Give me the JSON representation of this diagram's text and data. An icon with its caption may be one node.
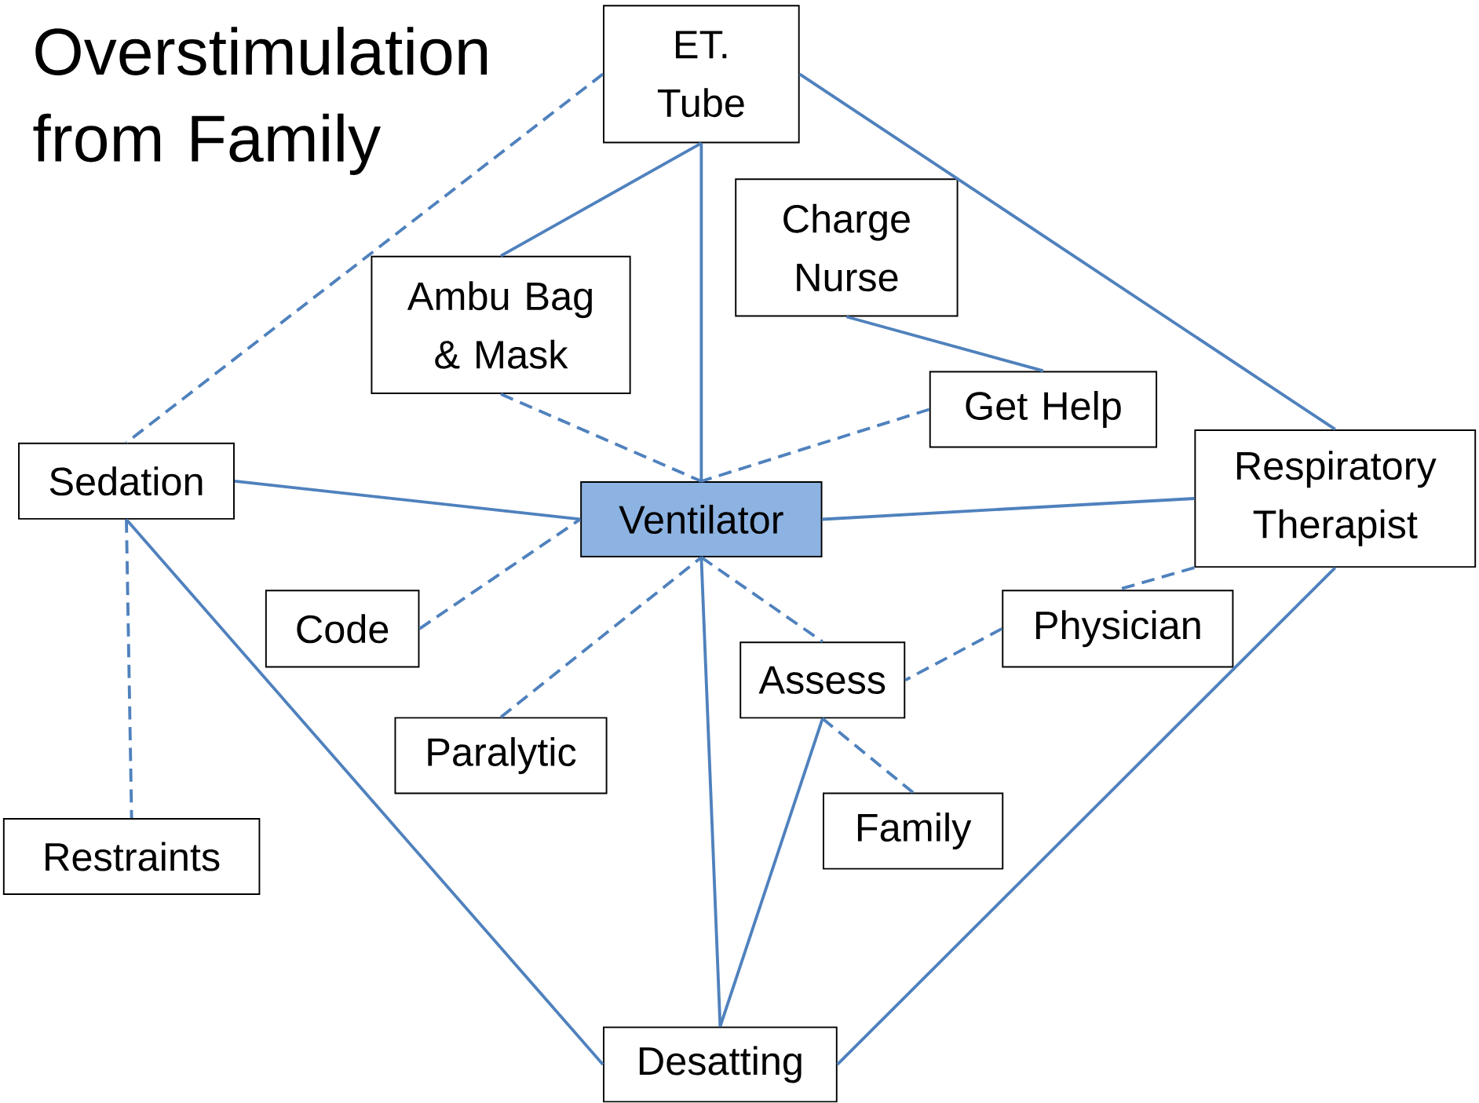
{
  "diagram": {
    "title": "Overstimulation from Family",
    "nodes": [
      {
        "text": [
          "ET. Tube"
        ]
      },
      {
        "text": [
          "Charge Nurse"
        ]
      },
      {
        "text": [
          "Ambu Bag & Mask"
        ]
      },
      {
        "text": [
          "Get Help"
        ]
      },
      {
        "text": [
          "Sedation"
        ]
      },
      {
        "text": [
          "Ventilator"
        ]
      },
      {
        "text": [
          "Respiratory Therapist"
        ]
      },
      {
        "text": [
          "Code"
        ]
      },
      {
        "text": [
          "Physician"
        ]
      },
      {
        "text": [
          "Assess"
        ]
      },
      {
        "text": [
          "Paralytic"
        ]
      },
      {
        "text": [
          "Family"
        ]
      },
      {
        "text": [
          "Restraints"
        ]
      },
      {
        "text": [
          "Desatting"
        ]
      }
    ],
    "edges": [
      {
        "from": 0,
        "to": 4,
        "arrow": "none",
        "style": "dashed"
      },
      {
        "from": 0,
        "to": 2,
        "arrow": "none"
      },
      {
        "from": 0,
        "to": 5,
        "arrow": "none"
      },
      {
        "from": 0,
        "to": 6,
        "arrow": "none"
      },
      {
        "from": 1,
        "to": 3,
        "arrow": "none"
      },
      {
        "from": 2,
        "to": 5,
        "arrow": "none",
        "style": "dashed"
      },
      {
        "from": 3,
        "to": 5,
        "arrow": "none",
        "style": "dashed"
      },
      {
        "from": 4,
        "to": 5,
        "arrow": "none"
      },
      {
        "from": 5,
        "to": 6,
        "arrow": "none"
      },
      {
        "from": 7,
        "to": 5,
        "arrow": "none",
        "style": "dashed"
      },
      {
        "from": 10,
        "to": 5,
        "arrow": "none",
        "style": "dashed"
      },
      {
        "from": 5,
        "to": 9,
        "arrow": "none",
        "style": "dashed"
      },
      {
        "from": 5,
        "to": 13,
        "arrow": "none"
      },
      {
        "from": 6,
        "to": 8,
        "arrow": "none",
        "style": "dashed"
      },
      {
        "from": 8,
        "to": 9,
        "arrow": "none",
        "style": "dashed"
      },
      {
        "from": 9,
        "to": 11,
        "arrow": "none",
        "style": "dashed"
      },
      {
        "from": 9,
        "to": 13,
        "arrow": "none"
      },
      {
        "from": 4,
        "to": 12,
        "arrow": "none",
        "style": "dashed"
      },
      {
        "from": 4,
        "to": 13,
        "arrow": "none"
      },
      {
        "from": 6,
        "to": 13,
        "arrow": "none"
      }
    ]
  }
}
